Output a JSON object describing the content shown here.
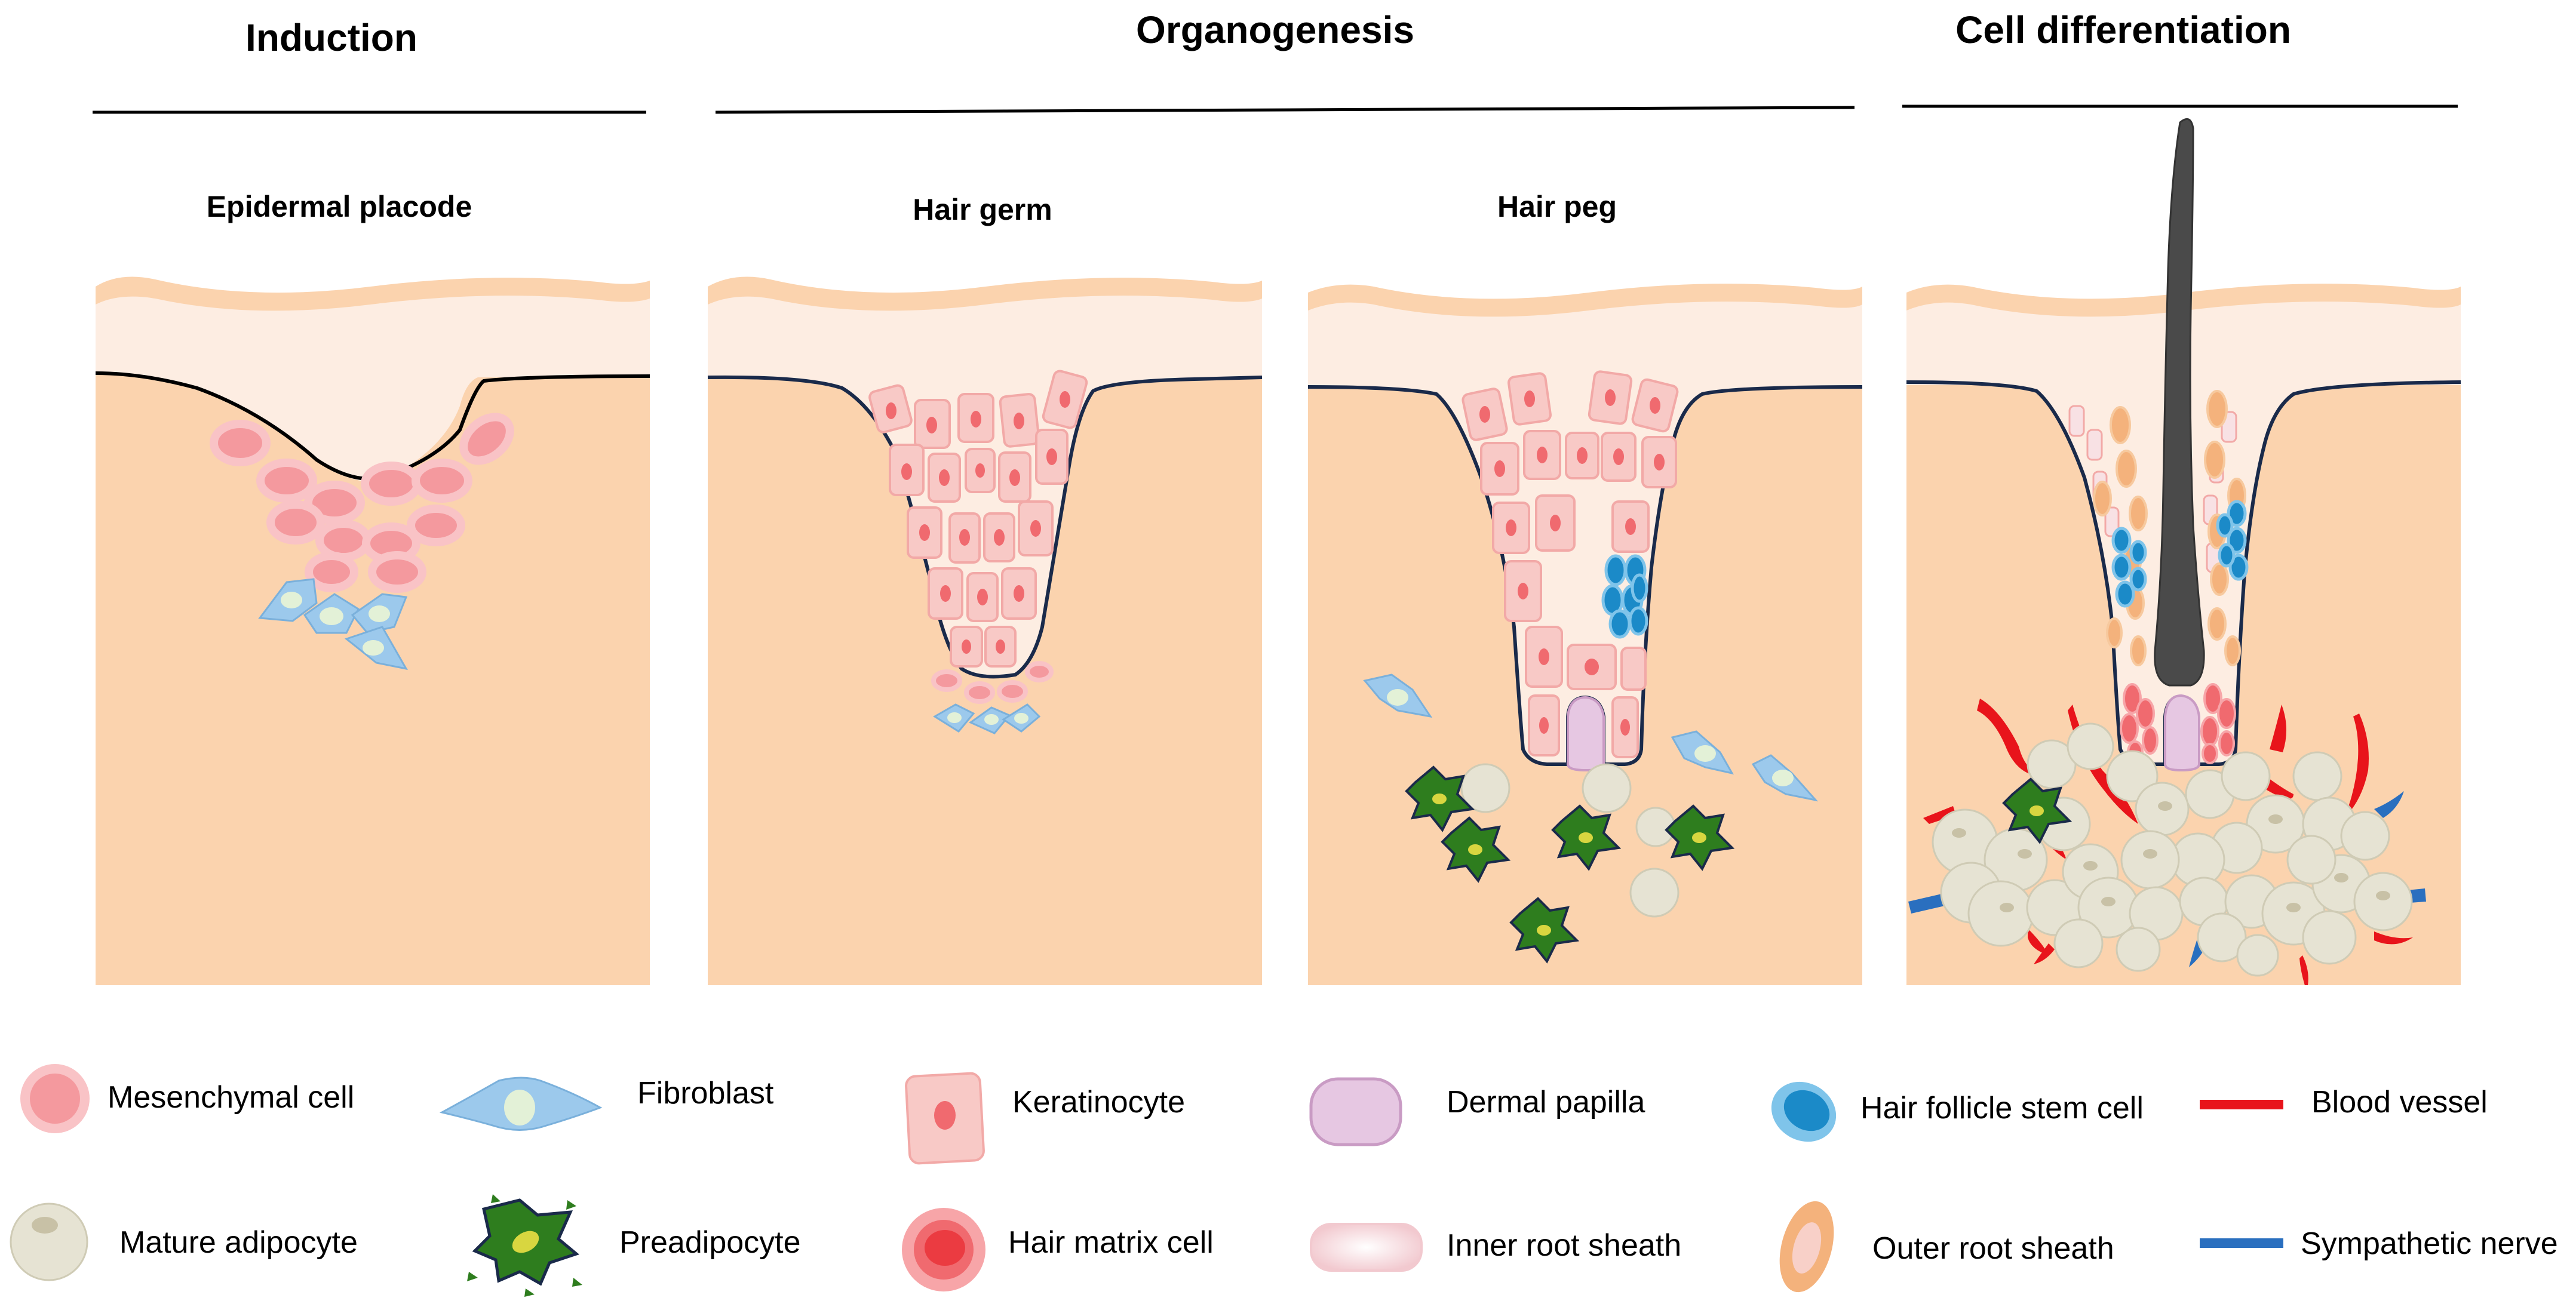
{
  "stages": [
    {
      "title": "Induction"
    },
    {
      "title": "Organogenesis"
    },
    {
      "title": "Cell differentiation"
    }
  ],
  "panels": [
    {
      "subtitle": "Epidermal placode"
    },
    {
      "subtitle": "Hair germ"
    },
    {
      "subtitle": "Hair peg"
    },
    {
      "subtitle": ""
    }
  ],
  "legend": [
    {
      "label": "Mesenchymal cell",
      "icon": "mesenchymal-cell-icon",
      "color": "#F4999E"
    },
    {
      "label": "Fibroblast",
      "icon": "fibroblast-icon",
      "color": "#9CC9EC"
    },
    {
      "label": "Keratinocyte",
      "icon": "keratinocyte-icon",
      "color": "#F8C9C6"
    },
    {
      "label": "Dermal papilla",
      "icon": "dermal-papilla-icon",
      "color": "#E6C7E2"
    },
    {
      "label": "Hair follicle stem cell",
      "icon": "stem-cell-icon",
      "color": "#1B8AC8"
    },
    {
      "label": "Blood vessel",
      "icon": "blood-vessel-icon",
      "color": "#E8141B"
    },
    {
      "label": "Mature adipocyte",
      "icon": "adipocyte-icon",
      "color": "#E6E3D3"
    },
    {
      "label": "Preadipocyte",
      "icon": "preadipocyte-icon",
      "color": "#2E7D1E"
    },
    {
      "label": "Hair matrix cell",
      "icon": "hair-matrix-cell-icon",
      "color": "#F06A6F"
    },
    {
      "label": "Inner root sheath",
      "icon": "inner-root-sheath-icon",
      "color": "#F8E1E4"
    },
    {
      "label": "Outer root sheath",
      "icon": "outer-root-sheath-icon",
      "color": "#F4B27C"
    },
    {
      "label": "Sympathetic nerve",
      "icon": "sympathetic-nerve-icon",
      "color": "#2A6FBF"
    }
  ],
  "colors": {
    "dermis": "#FBD3AE",
    "epidermis": "#FDEDE2",
    "skin_top": "#FBD3AE",
    "outline": "#1A2A4A",
    "hair_shaft": "#4A4A4A"
  }
}
